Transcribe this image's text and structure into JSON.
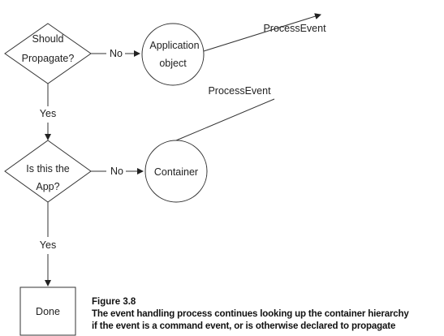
{
  "diagram": {
    "nodes": {
      "should_propagate": {
        "line1": "Should",
        "line2": "Propagate?"
      },
      "is_this_app": {
        "line1": "Is this the",
        "line2": "App?"
      },
      "application_object": {
        "line1": "Application",
        "line2": "object"
      },
      "container": {
        "label": "Container"
      },
      "done": {
        "label": "Done"
      }
    },
    "edges": {
      "no_top": "No",
      "no_bottom": "No",
      "yes_top": "Yes",
      "yes_bottom": "Yes",
      "process_event_top": "ProcessEvent",
      "process_event_bottom": "ProcessEvent"
    }
  },
  "caption": {
    "title": "Figure 3.8",
    "line1": "The event handling process continues looking up the container hierarchy",
    "line2": "if the event is a command event, or is otherwise declared to propagate"
  }
}
